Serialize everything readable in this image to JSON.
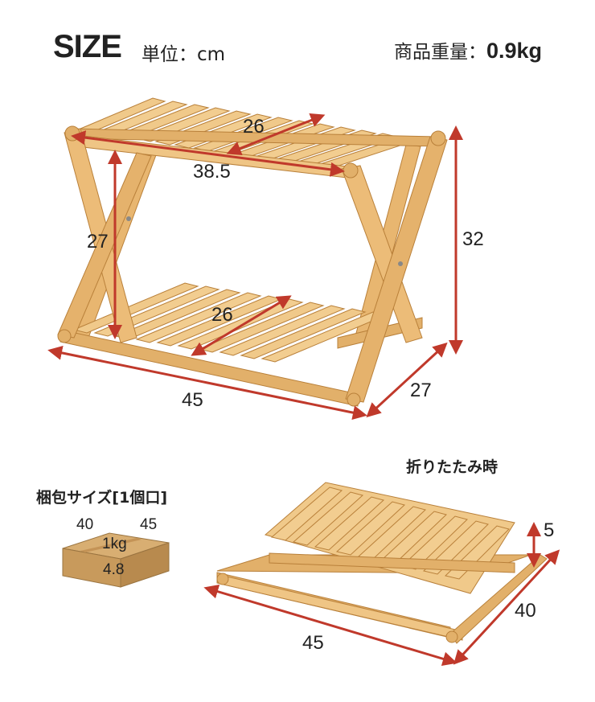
{
  "header": {
    "title": "SIZE",
    "unit_label": "単位：cm",
    "weight_label": "商品重量：",
    "weight_value": "0.9kg"
  },
  "dimensions": {
    "top_depth": "26",
    "top_inner_width": "38.5",
    "inner_height": "27",
    "total_height": "32",
    "bottom_depth": "26",
    "total_width": "45",
    "total_depth": "27"
  },
  "package": {
    "title": "梱包サイズ[1個口]",
    "width": "40",
    "length": "45",
    "weight": "1kg",
    "height": "4.8"
  },
  "folded": {
    "title": "折りたたみ時",
    "thickness": "5",
    "width": "45",
    "depth": "40"
  },
  "colors": {
    "dimension_line": "#c0392b",
    "wood_light": "#f0c98a",
    "wood_mid": "#e2b06a",
    "wood_dark": "#c98f45",
    "box": "#c89a5c"
  }
}
